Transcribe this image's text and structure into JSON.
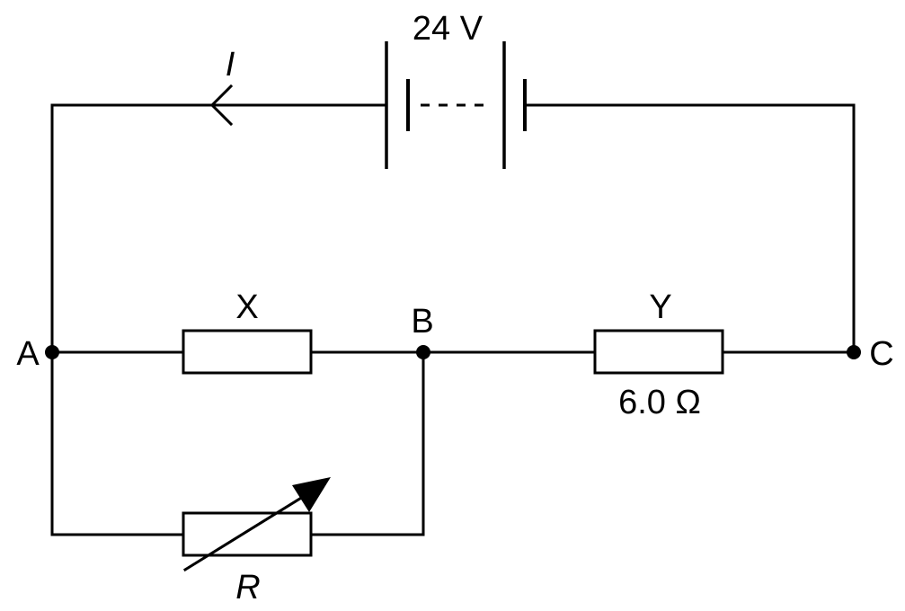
{
  "supply": {
    "emf_label": "24 V"
  },
  "current": {
    "label": "I",
    "arrow_direction": "left"
  },
  "nodes": {
    "a": "A",
    "b": "B",
    "c": "C"
  },
  "resistors": {
    "x": {
      "label": "X"
    },
    "y": {
      "label": "Y",
      "value": "6.0 Ω"
    },
    "r": {
      "label": "R",
      "type": "variable resistor"
    }
  },
  "colors": {
    "ink": "#000000",
    "background": "#ffffff"
  }
}
